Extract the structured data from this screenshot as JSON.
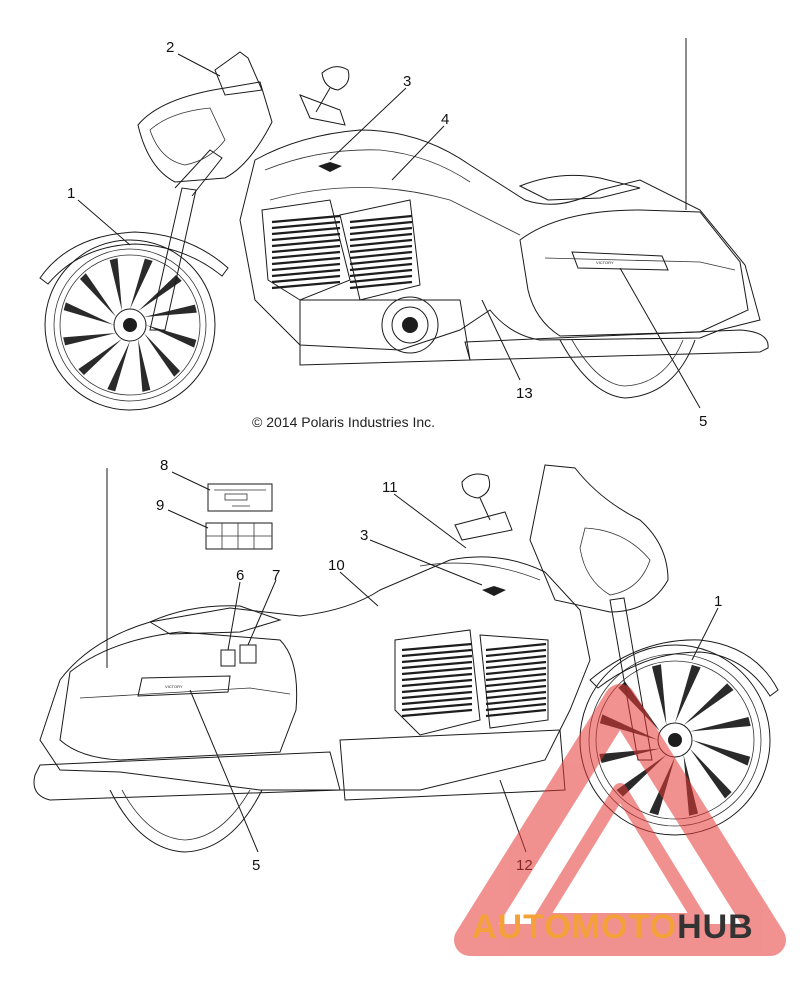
{
  "copyright": "© 2014 Polaris Industries Inc.",
  "brand_badge": "VICTORY",
  "callouts_top": [
    {
      "id": "top-1",
      "label": "1"
    },
    {
      "id": "top-2",
      "label": "2"
    },
    {
      "id": "top-3",
      "label": "3"
    },
    {
      "id": "top-4",
      "label": "4"
    },
    {
      "id": "top-5",
      "label": "5"
    },
    {
      "id": "top-13",
      "label": "13"
    }
  ],
  "callouts_bottom": [
    {
      "id": "bot-1",
      "label": "1"
    },
    {
      "id": "bot-3",
      "label": "3"
    },
    {
      "id": "bot-5",
      "label": "5"
    },
    {
      "id": "bot-6",
      "label": "6"
    },
    {
      "id": "bot-7",
      "label": "7"
    },
    {
      "id": "bot-8",
      "label": "8"
    },
    {
      "id": "bot-9",
      "label": "9"
    },
    {
      "id": "bot-10",
      "label": "10"
    },
    {
      "id": "bot-11",
      "label": "11"
    },
    {
      "id": "bot-12",
      "label": "12"
    }
  ],
  "watermark": {
    "part1": "AUTOMOTO",
    "part2": "HUB",
    "color_accent": "#f4a13a",
    "color_dark": "#333333",
    "color_triangle": "#e53935"
  }
}
